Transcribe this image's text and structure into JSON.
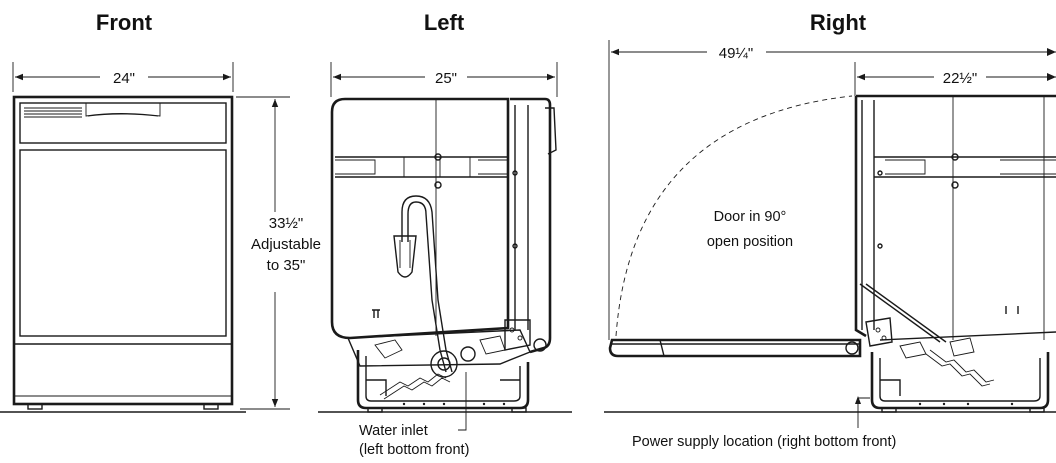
{
  "views": {
    "front": {
      "title": "Front",
      "width_label": "24\"",
      "height_line1": "33½\"",
      "height_line2": "Adjustable",
      "height_line3": "to 35\""
    },
    "left": {
      "title": "Left",
      "depth_label": "25\"",
      "water_inlet_line1": "Water inlet",
      "water_inlet_line2": "(left bottom front)"
    },
    "right": {
      "title": "Right",
      "door_open_depth_label": "49¼\"",
      "cabinet_depth_label": "22½\"",
      "door_note_line1": "Door in 90°",
      "door_note_line2": "open position",
      "power_supply_note": "Power supply location (right bottom front)"
    }
  },
  "colors": {
    "line": "#1a1a1a",
    "background": "#ffffff"
  }
}
